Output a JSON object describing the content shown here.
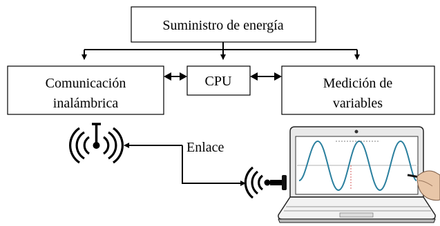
{
  "diagram": {
    "power_box": {
      "label": "Suministro de energía"
    },
    "comm_box": {
      "line1": "Comunicación",
      "line2": "inalámbrica"
    },
    "cpu_box": {
      "label": "CPU"
    },
    "meas_box": {
      "line1": "Medición de",
      "line2": "variables"
    },
    "link_label": "Enlace"
  }
}
